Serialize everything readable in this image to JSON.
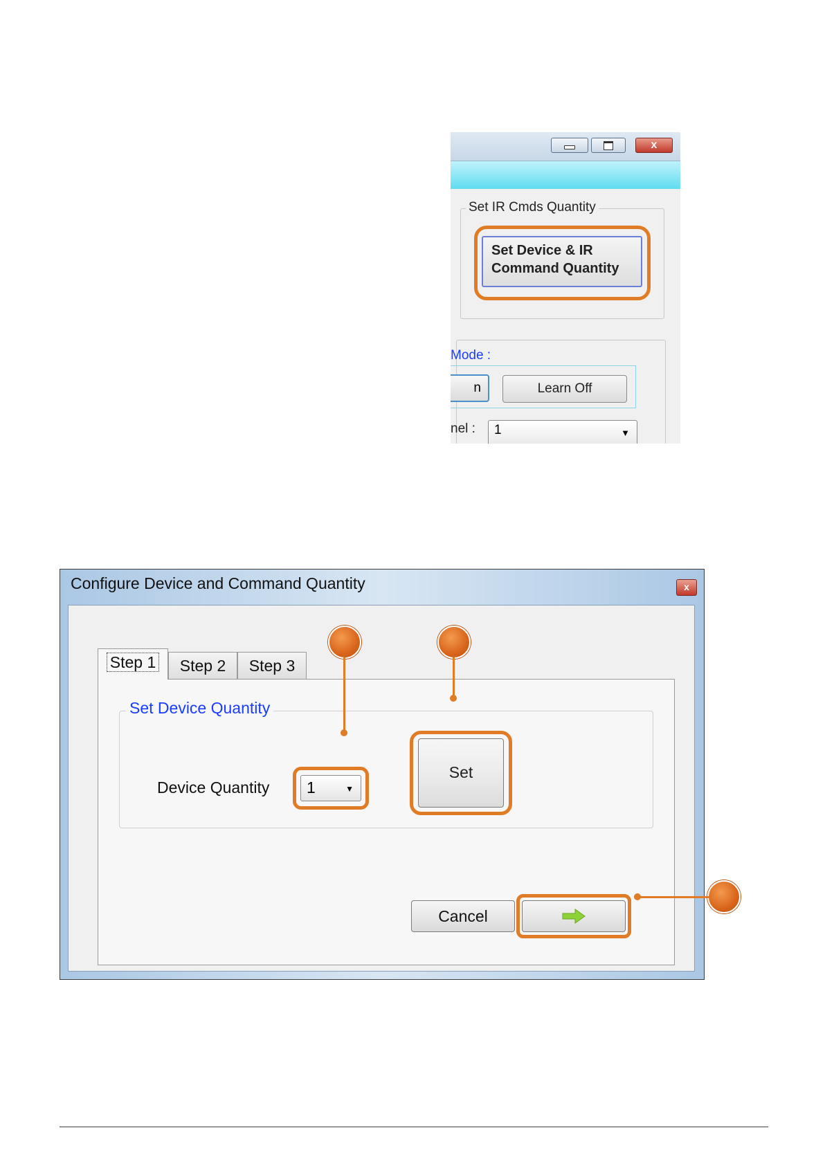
{
  "main_window": {
    "groupbox_title": "Set IR Cmds Quantity",
    "set_quantity_button_line1": "Set Device & IR",
    "set_quantity_button_line2": "Command Quantity",
    "mode_label": "Mode :",
    "learn_on_partial": "n",
    "learn_off_label": "Learn Off",
    "channel_label": "nel :",
    "channel_value": "1",
    "close_glyph": "x"
  },
  "dialog": {
    "title": "Configure Device and Command Quantity",
    "close_glyph": "x",
    "tabs": [
      {
        "label": "Step 1",
        "active": true
      },
      {
        "label": "Step 2",
        "active": false
      },
      {
        "label": "Step 3",
        "active": false
      }
    ],
    "groupbox_title": "Set Device Quantity",
    "device_quantity_label": "Device Quantity",
    "device_quantity_value": "1",
    "set_button": "Set",
    "cancel_button": "Cancel",
    "next_button_icon": "right-arrow-icon"
  },
  "colors": {
    "highlight": "#e07b26",
    "groupbox_title_blue": "#1a3cff",
    "next_arrow": "#8ed23a"
  }
}
